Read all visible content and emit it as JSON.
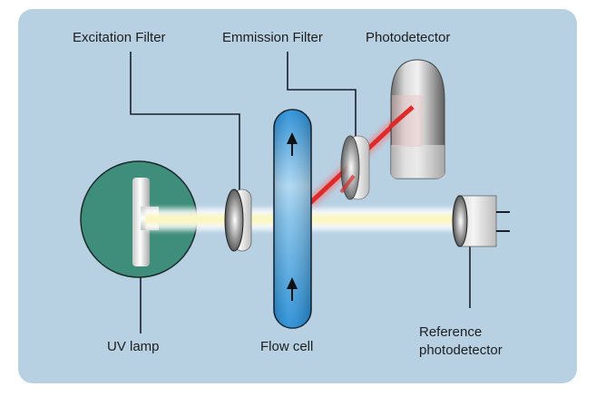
{
  "diagram": {
    "title": "",
    "colors": {
      "panel_background": "#b7d1e3",
      "page_background": "#ffffff",
      "lamp_housing": "#3f8e7c",
      "flow_cell": "#3b9ee0",
      "excitation_beam": "#fbf7c4",
      "emission_beam": "#e03030",
      "leader_line": "#1a1f2a"
    },
    "labels": {
      "excitation_filter": "Excitation Filter",
      "emission_filter": "Emmission Filter",
      "photodetector": "Photodetector",
      "uv_lamp": "UV lamp",
      "flow_cell": "Flow cell",
      "reference_line1": "Reference",
      "reference_line2": "photodetector"
    },
    "components": [
      {
        "id": "uv-lamp",
        "name": "UV lamp"
      },
      {
        "id": "excitation-filter",
        "name": "Excitation Filter"
      },
      {
        "id": "flow-cell",
        "name": "Flow cell",
        "flow_direction": "up"
      },
      {
        "id": "emission-filter",
        "name": "Emmission Filter"
      },
      {
        "id": "photodetector",
        "name": "Photodetector"
      },
      {
        "id": "reference-photodetector",
        "name": "Reference photodetector"
      }
    ],
    "connections": [
      {
        "from": "UV lamp",
        "to": "Excitation Filter",
        "beam": "excitation light"
      },
      {
        "from": "Excitation Filter",
        "to": "Flow cell",
        "beam": "excitation light"
      },
      {
        "from": "Flow cell",
        "to": "Reference photodetector",
        "beam": "excitation light"
      },
      {
        "from": "Flow cell",
        "to": "Emmission Filter",
        "beam": "emitted light"
      },
      {
        "from": "Emmission Filter",
        "to": "Photodetector",
        "beam": "emitted light"
      }
    ]
  }
}
